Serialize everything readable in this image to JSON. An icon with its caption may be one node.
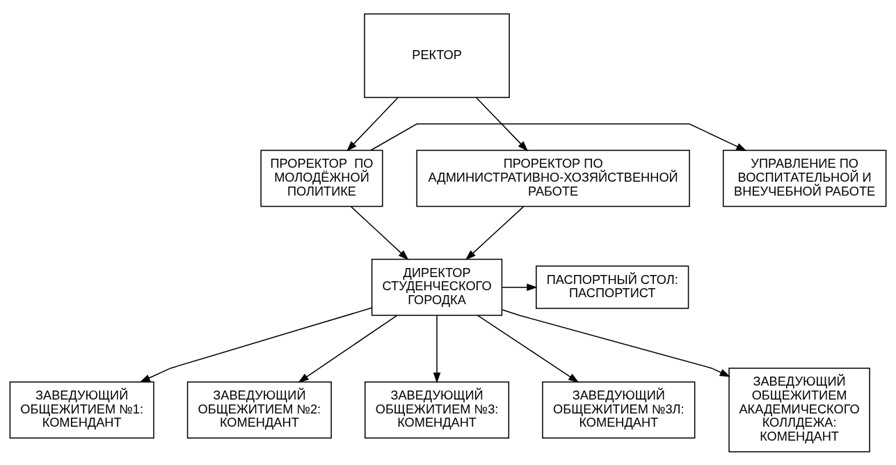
{
  "diagram": {
    "nodes": [
      {
        "text": [
          "РЕКТОР"
        ]
      },
      {
        "text": [
          "УПРАВЛЕНИЕ ПО ВОСПИТАТЕЛЬНОЙ И ВНЕУЧЕБНОЙ РАБОТЕ"
        ]
      },
      {
        "text": [
          "ПРОРЕКТОР  ПО МОЛОДЁЖНОЙ ПОЛИТИКЕ"
        ]
      },
      {
        "text": [
          "ПРОРЕКТОР ПО АДМИНИСТРАТИВНО-ХОЗЯЙСТВЕННОЙ РАБОТЕ"
        ]
      },
      {
        "text": [
          "ДИРЕКТОР СТУДЕНЧЕСКОГО ГОРОДКА"
        ]
      },
      {
        "text": [
          "ПАСПОРТНЫЙ СТОЛ: ПАСПОРТИСТ"
        ]
      },
      {
        "text": [
          "ЗАВЕДУЮЩИЙ ОБЩЕЖИТИЕМ №1: КОМЕНДАНТ"
        ]
      },
      {
        "text": [
          "ЗАВЕДУЮЩИЙ ОБЩЕЖИТИЕМ №2: КОМЕНДАНТ"
        ]
      },
      {
        "text": [
          "ЗАВЕДУЮЩИЙ ОБЩЕЖИТИЕМ №3: КОМЕНДАНТ"
        ]
      },
      {
        "text": [
          "ЗАВЕДУЮЩИЙ ОБЩЕЖИТИЕМ №3Л: КОМЕНДАНТ"
        ]
      },
      {
        "text": [
          "ЗАВЕДУЮЩИЙ ОБЩЕЖИТИЕМ АКАДЕМИЧЕСКОГО КОЛЛДЕЖА: КОМЕНДАНТ"
        ]
      }
    ],
    "edges": [
      {
        "from": 0,
        "to": 2,
        "arrow": "to"
      },
      {
        "from": 0,
        "to": 3,
        "arrow": "to"
      },
      {
        "from": 2,
        "to": 1,
        "arrow": "to"
      },
      {
        "from": 2,
        "to": 4,
        "arrow": "to"
      },
      {
        "from": 3,
        "to": 4,
        "arrow": "to"
      },
      {
        "from": 4,
        "to": 5,
        "arrow": "to"
      },
      {
        "from": 4,
        "to": 6,
        "arrow": "to"
      },
      {
        "from": 4,
        "to": 7,
        "arrow": "to"
      },
      {
        "from": 4,
        "to": 8,
        "arrow": "to"
      },
      {
        "from": 4,
        "to": 9,
        "arrow": "to"
      },
      {
        "from": 4,
        "to": 10,
        "arrow": "to"
      }
    ]
  }
}
